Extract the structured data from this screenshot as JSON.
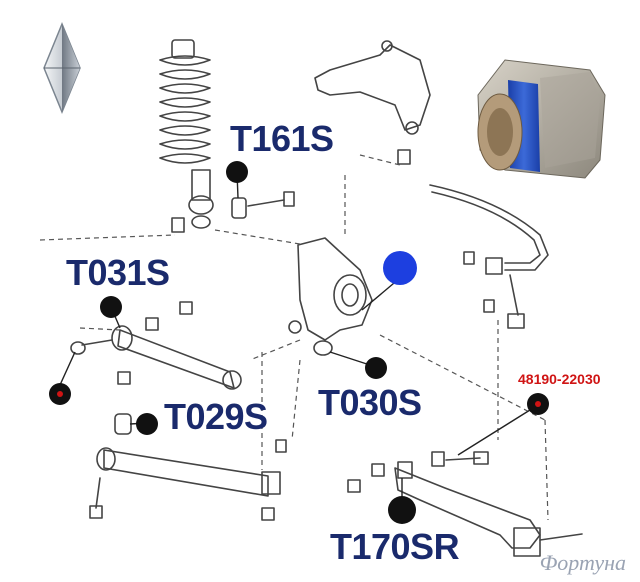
{
  "labels": {
    "t161s": "T161S",
    "t031s": "T031S",
    "t029s": "T029S",
    "t030s": "T030S",
    "t170sr": "T170SR",
    "part_48190": "48190-22030"
  },
  "watermark": "Фортуна",
  "colors": {
    "label_text": "#1a2a6c",
    "part_number": "#d01414",
    "marker_black": "#111111",
    "marker_blue": "#1d3fe0",
    "marker_red": "#d01414",
    "line_art": "#444444",
    "bushing_blue": "#2b56c8",
    "bushing_metal": "#b8b3a8"
  },
  "icons": [
    "logo-diamond-icon",
    "bushing-photo-icon"
  ]
}
